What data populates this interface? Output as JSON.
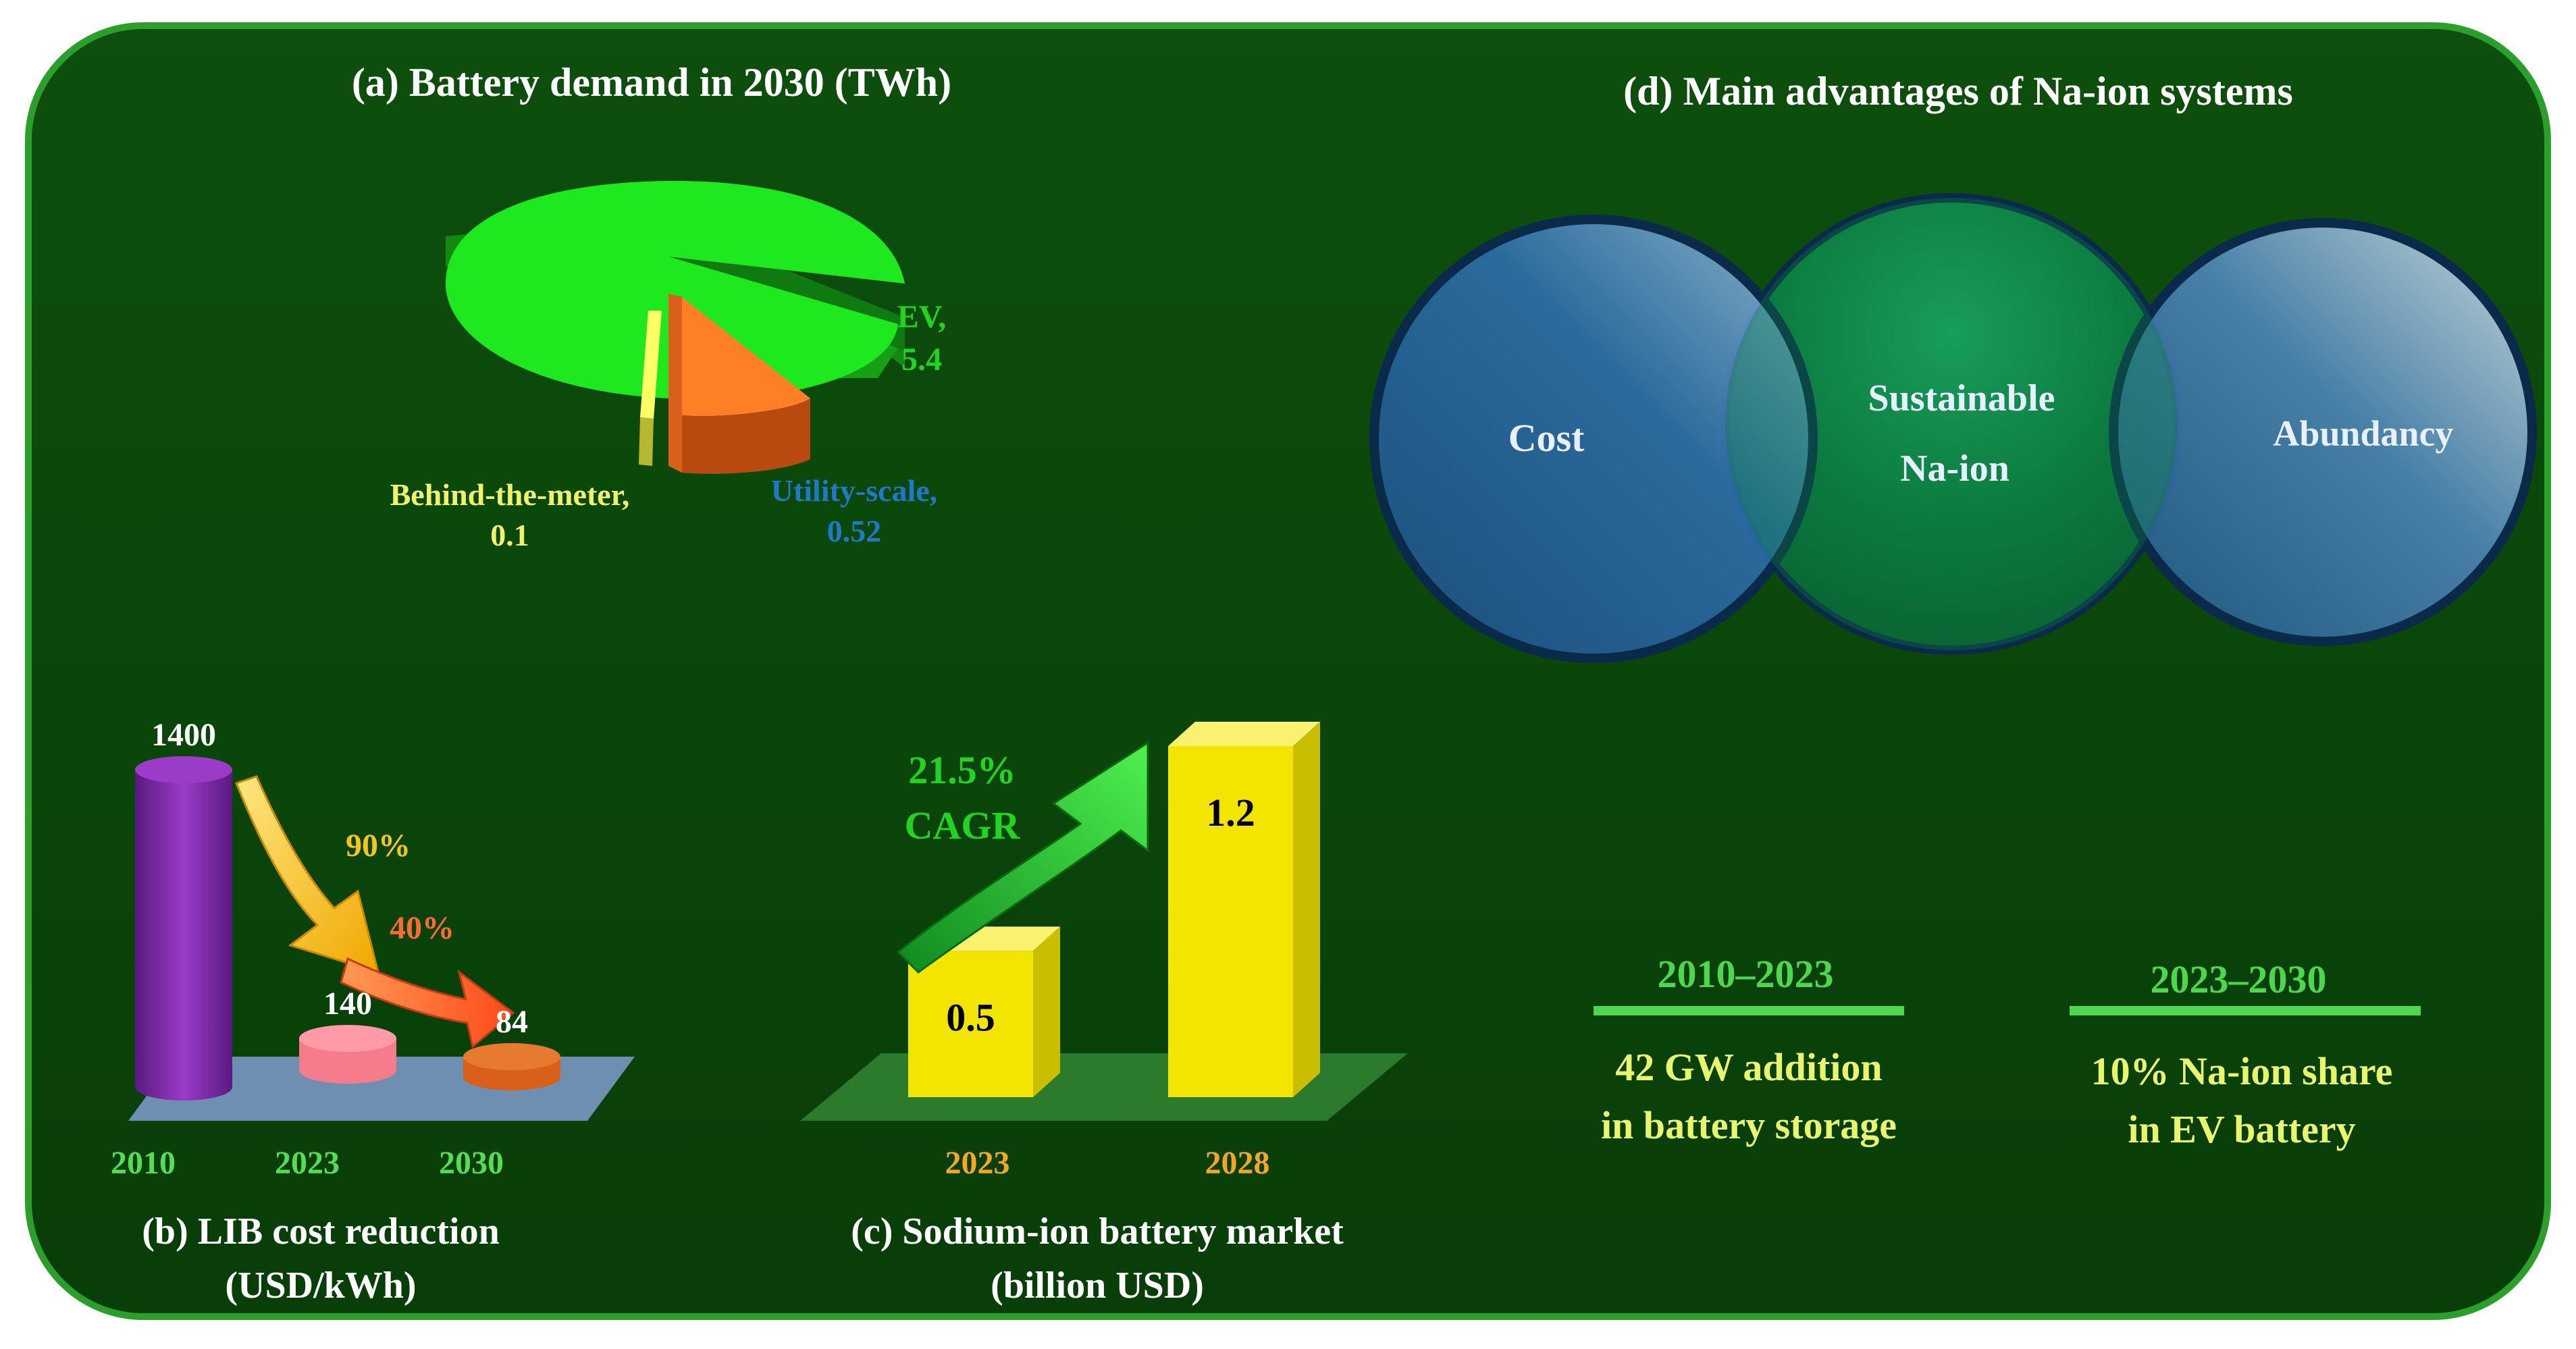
{
  "colors": {
    "background": "#0b4a0b",
    "border": "#2ea32e",
    "title_text": "#ffffff",
    "ev": "#1ee81e",
    "utility": "#ff7f27",
    "behind_meter": "#ffff66",
    "label_green": "#22d422",
    "label_blue": "#1f78c8",
    "label_yellow": "#f2f26a",
    "cylinder_purple": "#7b2aa0",
    "disc_pink": "#f57c8a",
    "disc_orange": "#d9601a",
    "bar_yellow": "#f2e600",
    "year_green": "#55dd55",
    "year_orange": "#f5a623",
    "arrow_yellow": "#ffcc33",
    "arrow_orange": "#ff6a33",
    "arrow_green": "#22c922",
    "circle_blue": "#2f6fb0",
    "circle_green": "#0c8a4a",
    "line_green": "#4fd64f",
    "text_yellow": "#e9f56a"
  },
  "chart_data": [
    {
      "type": "pie",
      "title": "(a) Battery demand in 2030 (TWh)",
      "slices": [
        {
          "label": "EV,",
          "value_label": "5.4",
          "value": 5.4
        },
        {
          "label": "Utility-scale,",
          "value_label": "0.52",
          "value": 0.52
        },
        {
          "label": "Behind-the-meter,",
          "value_label": "0.1",
          "value": 0.1
        }
      ]
    },
    {
      "type": "bar",
      "title": "(b) LIB cost reduction",
      "subtitle": "(USD/kWh)",
      "categories": [
        "2010",
        "2023",
        "2030"
      ],
      "values": [
        1400,
        140,
        84
      ],
      "value_labels": [
        "1400",
        "140",
        "84"
      ],
      "annotations": [
        "90%",
        "40%"
      ]
    },
    {
      "type": "bar",
      "title": "(c) Sodium-ion battery market",
      "subtitle": "(billion USD)",
      "categories": [
        "2023",
        "2028"
      ],
      "values": [
        0.5,
        1.2
      ],
      "value_labels": [
        "0.5",
        "1.2"
      ],
      "annotation_line1": "21.5%",
      "annotation_line2": "CAGR"
    }
  ],
  "venn": {
    "title": "(d) Main advantages of Na-ion systems",
    "left": "Cost",
    "center_line1": "Sustainable",
    "center_line2": "Na-ion",
    "right": "Abundancy"
  },
  "milestones": [
    {
      "period": "2010–2023",
      "line1": "42 GW addition",
      "line2": "in battery storage"
    },
    {
      "period": "2023–2030",
      "line1": "10% Na-ion share",
      "line2": "in EV battery"
    }
  ]
}
